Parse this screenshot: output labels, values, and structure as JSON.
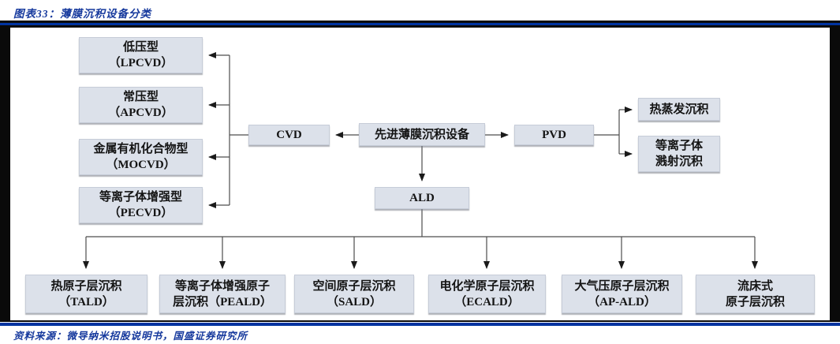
{
  "header": {
    "title": "图表33：薄膜沉积设备分类"
  },
  "footer": {
    "source": "资料来源：微导纳米招股说明书，国盛证券研究所"
  },
  "colors": {
    "accent_navy": "#0033a0",
    "title_text": "#16399d",
    "node_fill": "#dce1ea",
    "node_border": "#c6ccd8",
    "connector": "#4d4d4d",
    "frame_border": "#0a0a0a"
  },
  "nodes": {
    "root": {
      "label": "先进薄膜沉积设备"
    },
    "cvd": {
      "label": "CVD"
    },
    "pvd": {
      "label": "PVD"
    },
    "ald": {
      "label": "ALD"
    },
    "lpcvd": {
      "line1": "低压型",
      "line2": "（LPCVD）"
    },
    "apcvd": {
      "line1": "常压型",
      "line2": "（APCVD）"
    },
    "mocvd": {
      "line1": "金属有机化合物型",
      "line2": "（MOCVD）"
    },
    "pecvd": {
      "line1": "等离子体增强型",
      "line2": "（PECVD）"
    },
    "thermal_evaporation": {
      "line1": "热蒸发沉积"
    },
    "plasma_sputtering": {
      "line1": "等离子体",
      "line2": "溅射沉积"
    },
    "tald": {
      "line1": "热原子层沉积",
      "line2": "（TALD）"
    },
    "peald": {
      "line1": "等离子体增强原子",
      "line2": "层沉积（PEALD）"
    },
    "sald": {
      "line1": "空间原子层沉积",
      "line2": "（SALD）"
    },
    "ecald": {
      "line1": "电化学原子层沉积",
      "line2": "（ECALD）"
    },
    "ap_ald": {
      "line1": "大气压原子层沉积",
      "line2": "（AP-ALD）"
    },
    "fluidized_bed": {
      "line1": "流床式",
      "line2": "原子层沉积"
    }
  }
}
